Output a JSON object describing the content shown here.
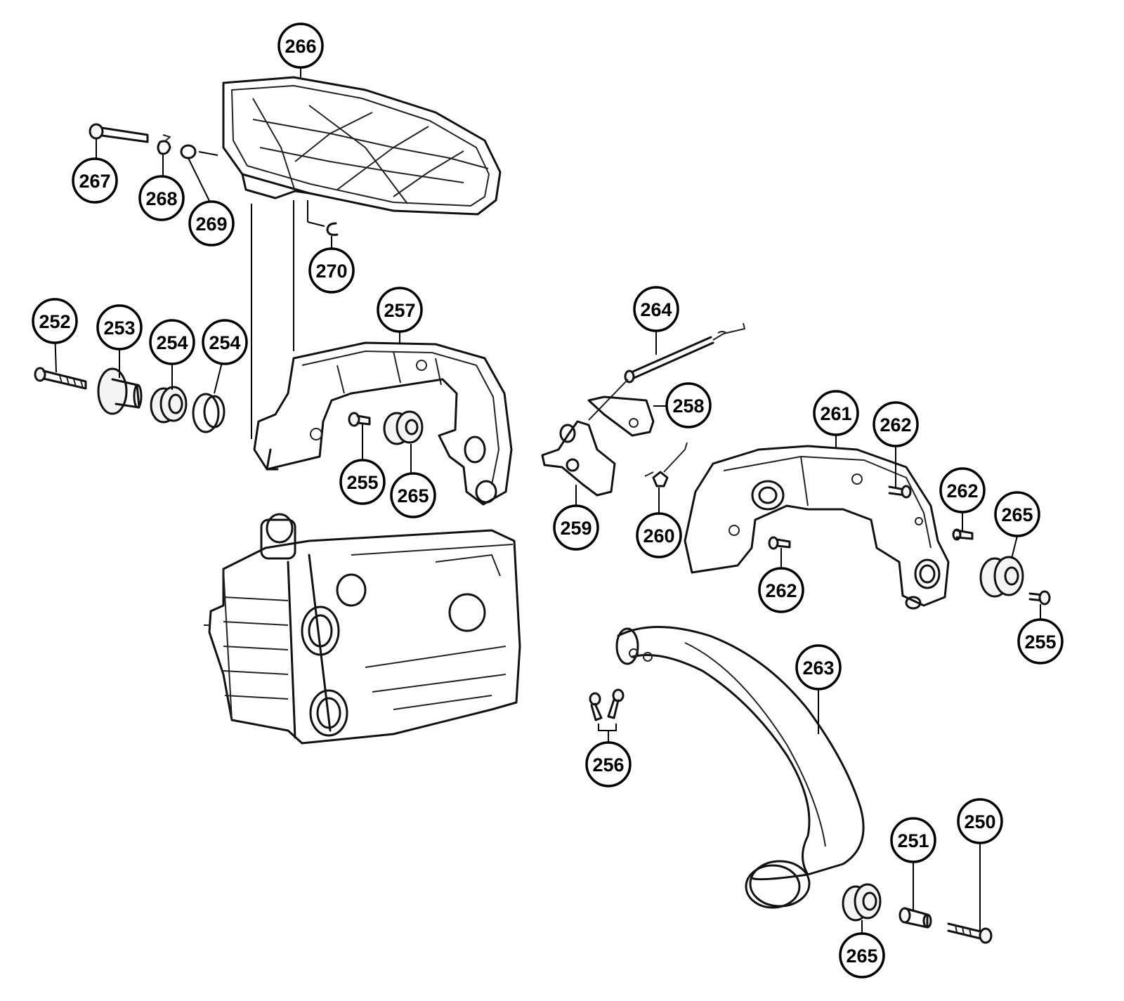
{
  "callouts": [
    {
      "id": "c266a",
      "label": "266"
    },
    {
      "id": "c267",
      "label": "267"
    },
    {
      "id": "c268",
      "label": "268"
    },
    {
      "id": "c269",
      "label": "269"
    },
    {
      "id": "c270",
      "label": "270"
    },
    {
      "id": "c252",
      "label": "252"
    },
    {
      "id": "c253",
      "label": "253"
    },
    {
      "id": "c254a",
      "label": "254"
    },
    {
      "id": "c254b",
      "label": "254"
    },
    {
      "id": "c257",
      "label": "257"
    },
    {
      "id": "c255a",
      "label": "255"
    },
    {
      "id": "c265a",
      "label": "265"
    },
    {
      "id": "c264",
      "label": "264"
    },
    {
      "id": "c258",
      "label": "258"
    },
    {
      "id": "c259",
      "label": "259"
    },
    {
      "id": "c260",
      "label": "260"
    },
    {
      "id": "c261",
      "label": "261"
    },
    {
      "id": "c262a",
      "label": "262"
    },
    {
      "id": "c262b",
      "label": "262"
    },
    {
      "id": "c262c",
      "label": "262"
    },
    {
      "id": "c265b",
      "label": "265"
    },
    {
      "id": "c255b",
      "label": "255"
    },
    {
      "id": "c263",
      "label": "263"
    },
    {
      "id": "c256",
      "label": "256"
    },
    {
      "id": "c251",
      "label": "251"
    },
    {
      "id": "c250",
      "label": "250"
    },
    {
      "id": "c265c",
      "label": "265"
    }
  ]
}
